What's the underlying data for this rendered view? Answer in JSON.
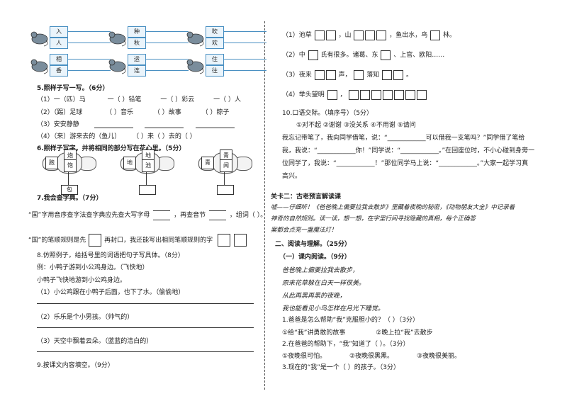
{
  "left": {
    "mice": [
      {
        "top": "入",
        "bottom": "人"
      },
      {
        "top": "种",
        "bottom": "秋"
      },
      {
        "top": "吹",
        "bottom": "欢"
      },
      {
        "top": "相",
        "bottom": "香"
      },
      {
        "top": "运",
        "bottom": "连"
      },
      {
        "top": "住",
        "bottom": "往"
      }
    ],
    "q5": "5.照样子写一写。（6分）",
    "q5_rows": [
      [
        "（1）一（匹）马",
        "一（    ）铅笔",
        "一（    ）彩云",
        "一（    ）人"
      ],
      [
        "（2）（踢）足球",
        "（    ）音乐",
        "（    ）故事",
        "（    ）粽子"
      ]
    ],
    "q5_r3": "（3）安安静静",
    "q5_r4a": "（4）（来）游来去的（鱼儿）",
    "q5_r4b": "（    ）来（    ）去的（    ）",
    "q6": "6.照样子写字，并将相同的部分写在花心里。（5分）",
    "trees": [
      {
        "center": "",
        "petals": [
          "炮",
          "饱"
        ],
        "pot": "包"
      },
      {
        "center": "",
        "petals": [
          "地",
          "池"
        ],
        "pot": ""
      },
      {
        "center": "",
        "petals": [
          "青",
          "闻"
        ],
        "pot": ""
      }
    ],
    "tree_labels": [
      "跑",
      "地",
      "青"
    ],
    "q7": "7.我会查字典。（7分）",
    "q7_a": "“国”字用音序查字法查字典应先查大写字母",
    "q7_b": "，再查音节",
    "q7_c": "，组词（    ）。",
    "q7_d": "“国”的笔顺规则是先",
    "q7_e": "再封口，我还能写出相同笔顺规则的字",
    "q8": "8.仿照例子，给括号里的词语把句子写具体。（8分）",
    "q8_ex1": "例：小鸭子游到小公鸡身边。（飞快地）",
    "q8_ex2": "小鸭子飞快地游到小公鸡身边。",
    "q8_1": "（1）小公鸡跟在小鸭子后面，也下了水。（偷偷地）",
    "q8_2": "（2）乐乐是个小男孩。（帅气的）",
    "q8_3": "（3）天空中飘着云朵。（蓝蓝的洁白的）",
    "q9": "9.按课文内容填空。（9分）"
  },
  "right": {
    "r1a": "（1）池草",
    "r1b": "，山",
    "r1c": "，鱼出水，鸟",
    "r1d": "林。",
    "r2a": "（2）中",
    "r2b": "氏有很多。诸葛、东",
    "r2c": "、上官、欧阳……",
    "r3a": "（3）夜来",
    "r3b": "声，",
    "r3c": "落知",
    "r3d": "。",
    "r4a": "（4）举头望明",
    "r4b": "，",
    "q10": "10.口语交际。（填序号）（5分）",
    "q10_opts": "①对不起      ②谢谢      ③没关系      ④不用谢      ⑤请问",
    "q10_p1": "我忘记带笔了，我向同学借笔，说：“____________可以借我一支笔吗？”同学借了笔给",
    "q10_p2": "我，我说：“____________你！”同学说：“____________。”在回座位时，不小心碰到身旁一",
    "q10_p3": "位同学了，我说：“____________！”那位同学马上说：“____________。”大家一起学习真",
    "q10_p4": "高兴。",
    "level2": "关卡二：古老预言解读课",
    "intro1": "嘘——仔细听！《爸爸晚上偏要拉我去散步》里藏着夜晚的秘密，《动物朋友大全》中记录着",
    "intro2": "神奇的自然规则。读一读，想一想，在字里行间寻找隐藏的真相，每个正确答",
    "intro3": "案都会点亮一盏魔法灯！",
    "sec2": "二、阅读与理解。（25分）",
    "sub1": "（一）课内阅读。（9分）",
    "poem": [
      "爸爸晚上偏要拉我去散步，",
      "原来花草躲在白天一样很美。",
      "从此再黑再黑的夜晚，",
      "我也能看见小鸟怎样在月光下睡觉。"
    ],
    "rq1": "1.爸爸是怎么帮助“我”克服胆小的？（    ）（3分）",
    "rq1_opts": [
      "①给“我”讲勇敢的故事",
      "②晚上拉“我”去散步"
    ],
    "rq2": "2.在爸爸的帮助下，“我”知道了（    ）。（3分）",
    "rq2_opts": [
      "①夜晚很可怕。",
      "②夜晚很黑黑。",
      "③夜晚很美丽。"
    ],
    "rq3": "3.现在的“我”是一个（    ）的孩子。（3分）"
  }
}
